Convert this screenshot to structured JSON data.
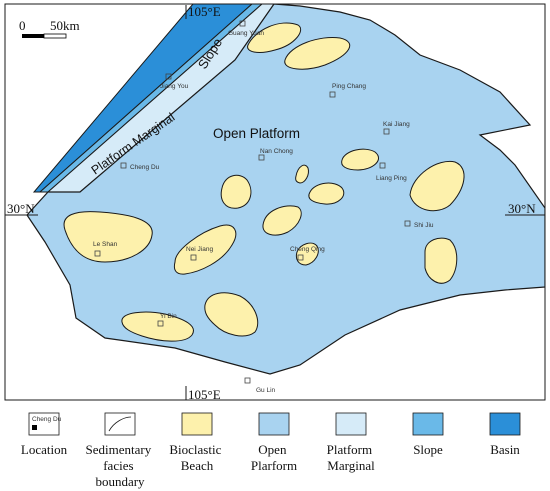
{
  "colors": {
    "open_platform": "#a9d3f0",
    "platform_marginal": "#d6ebf8",
    "slope": "#6ab9e8",
    "basin": "#2b8fd8",
    "bioclastic_beach": "#fdf1ac",
    "outline": "#1a1a1a"
  },
  "scale_bar": {
    "zero": "0",
    "distance": "50km"
  },
  "coordinates": {
    "lon_top": "105°E",
    "lon_bottom": "105°E",
    "lat_left": "30°N",
    "lat_right": "30°N"
  },
  "zones": {
    "slope": "Slope",
    "platform_marginal": "Platform Marginal",
    "open_platform": "Open Platform"
  },
  "cities": [
    {
      "name": "Guang Yuan"
    },
    {
      "name": "Jiang You"
    },
    {
      "name": "Ping Chang"
    },
    {
      "name": "Kai Jiang"
    },
    {
      "name": "Nan Chong"
    },
    {
      "name": "Cheng Du"
    },
    {
      "name": "Liang Ping"
    },
    {
      "name": "Shi Jiu"
    },
    {
      "name": "Le Shan"
    },
    {
      "name": "Nei Jiang"
    },
    {
      "name": "Cheng Qing"
    },
    {
      "name": "Yi Bin"
    },
    {
      "name": "Gu Lin"
    }
  ],
  "legend": {
    "location_sample": "Cheng Du",
    "items": [
      {
        "icon": "location-icon",
        "label": "Location"
      },
      {
        "icon": "facies-boundary-icon",
        "label": "Sedimentary facies boundary"
      },
      {
        "icon": "bioclastic-beach-swatch",
        "label": "Bioclastic Beach"
      },
      {
        "icon": "open-platform-swatch",
        "label": "Open Plarform"
      },
      {
        "icon": "platform-marginal-swatch",
        "label": "Platform Marginal"
      },
      {
        "icon": "slope-swatch",
        "label": "Slope"
      },
      {
        "icon": "basin-swatch",
        "label": "Basin"
      }
    ]
  }
}
